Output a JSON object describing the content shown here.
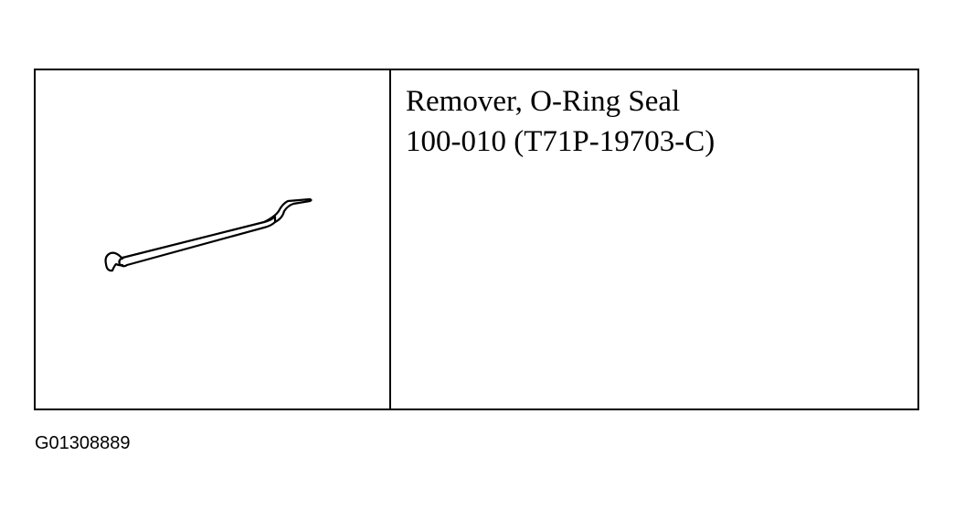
{
  "tool": {
    "name": "Remover, O-Ring Seal",
    "part_number": "100-010 (T71P-19703-C)",
    "illustration": "o-ring-seal-remover-tool"
  },
  "figure_id": "G01308889"
}
